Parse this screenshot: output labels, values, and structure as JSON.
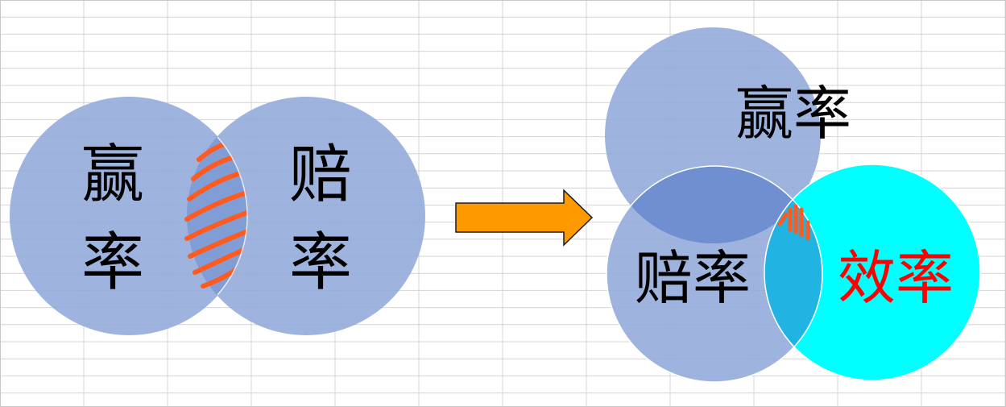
{
  "colors": {
    "grid": "#d4d4d4",
    "circle": "#93acdc",
    "circle_alt": "#00ffff",
    "overlap_top": "#6f8fd0",
    "overlap_alt": "#21b3e2",
    "hatch": "#ff5a1f",
    "arrow_fill": "#ff9900",
    "arrow_stroke": "#1a1a1a",
    "text": "#000000",
    "text_accent": "#ff0000"
  },
  "left_diagram": {
    "win_rate": {
      "line1": "赢",
      "line2": "率"
    },
    "odds": {
      "line1": "赔",
      "line2": "率"
    }
  },
  "right_diagram": {
    "win_rate_label": "赢率",
    "odds_label": "赔率",
    "efficiency_label": "效率"
  },
  "arrow": {
    "direction": "right",
    "icon": "right-arrow-icon"
  }
}
